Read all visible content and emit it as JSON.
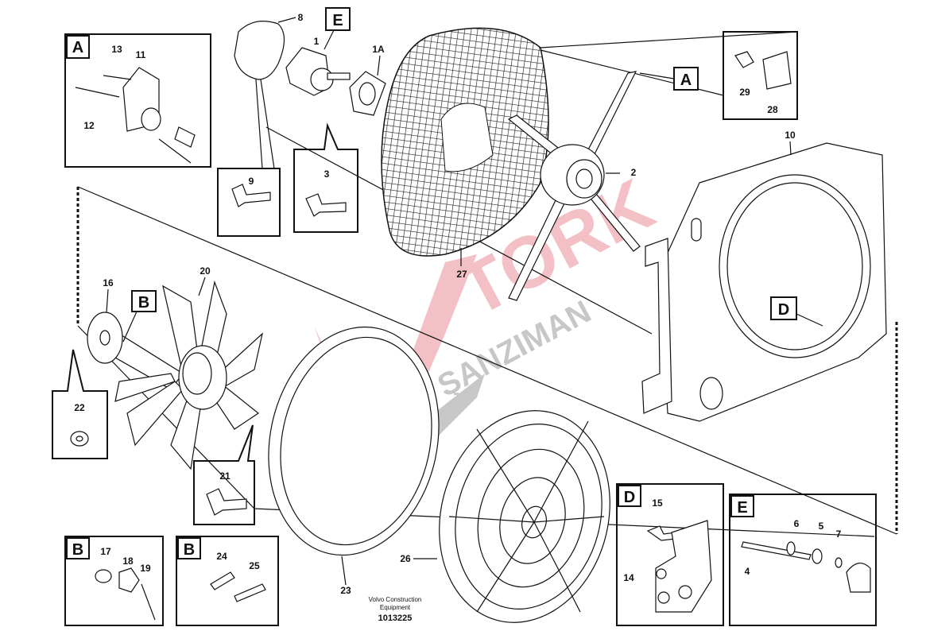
{
  "diagram": {
    "callouts": {
      "A_top_left": {
        "letter": "A",
        "labels": [
          "13",
          "11",
          "12"
        ]
      },
      "box_9": {
        "label": "9"
      },
      "box_3": {
        "label": "3"
      },
      "E_top": {
        "letter": "E"
      },
      "top_labels": {
        "p8": "8",
        "p1": "1",
        "p1a": "1A"
      },
      "A_right": {
        "letter": "A"
      },
      "box_29_28": {
        "labels": [
          "29",
          "28"
        ]
      },
      "B_mid": {
        "letter": "B"
      },
      "D_mid": {
        "letter": "D"
      },
      "box_22": {
        "label": "22"
      },
      "box_21": {
        "label": "21"
      },
      "B_bottom_1": {
        "letter": "B",
        "labels": [
          "17",
          "18",
          "19"
        ]
      },
      "B_bottom_2": {
        "letter": "B",
        "labels": [
          "24",
          "25"
        ]
      },
      "D_bottom": {
        "letter": "D",
        "labels": [
          "15",
          "14"
        ]
      },
      "E_bottom": {
        "letter": "E",
        "labels": [
          "6",
          "5",
          "7",
          "4"
        ]
      }
    },
    "part_labels": {
      "p10": "10",
      "p2": "2",
      "p27": "27",
      "p16": "16",
      "p20": "20",
      "p23": "23",
      "p26": "26"
    },
    "footer": {
      "company_line1": "Volvo Construction",
      "company_line2": "Equipment",
      "drawing_number": "1013225"
    },
    "watermark": {
      "line1": "TORK",
      "line2": "ŞANZIMAN"
    }
  }
}
